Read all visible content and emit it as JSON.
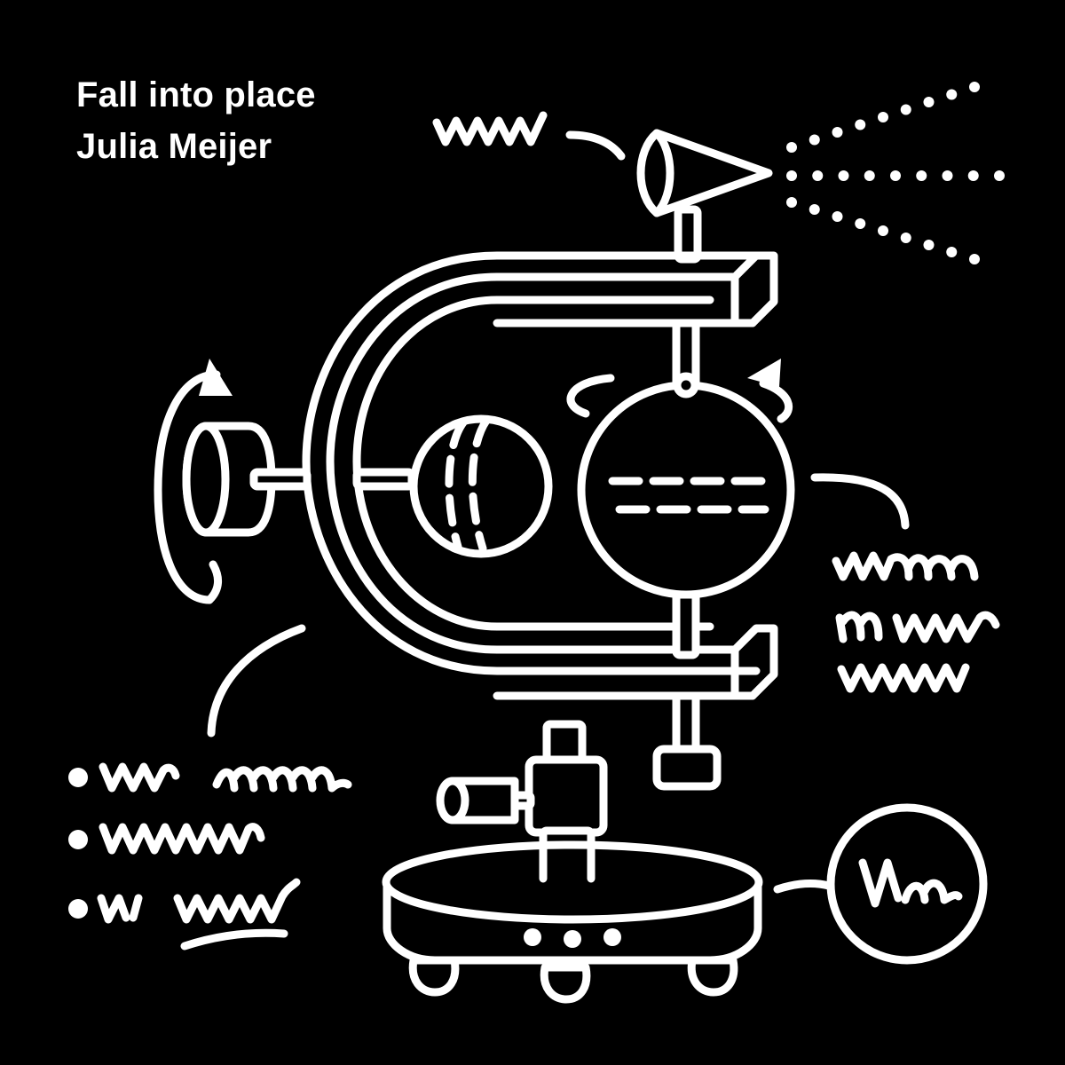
{
  "cover": {
    "title": "Fall into place",
    "author": "Julia Meijer"
  },
  "colors": {
    "background": "#000000",
    "foreground": "#ffffff"
  },
  "illustration": {
    "subject": "machine-illustration",
    "icons": [
      "spray-nozzle-icon",
      "rotation-arrow-icon",
      "sphere-icon",
      "disc-knob-icon",
      "base-platform-icon",
      "circle-badge-icon"
    ]
  }
}
